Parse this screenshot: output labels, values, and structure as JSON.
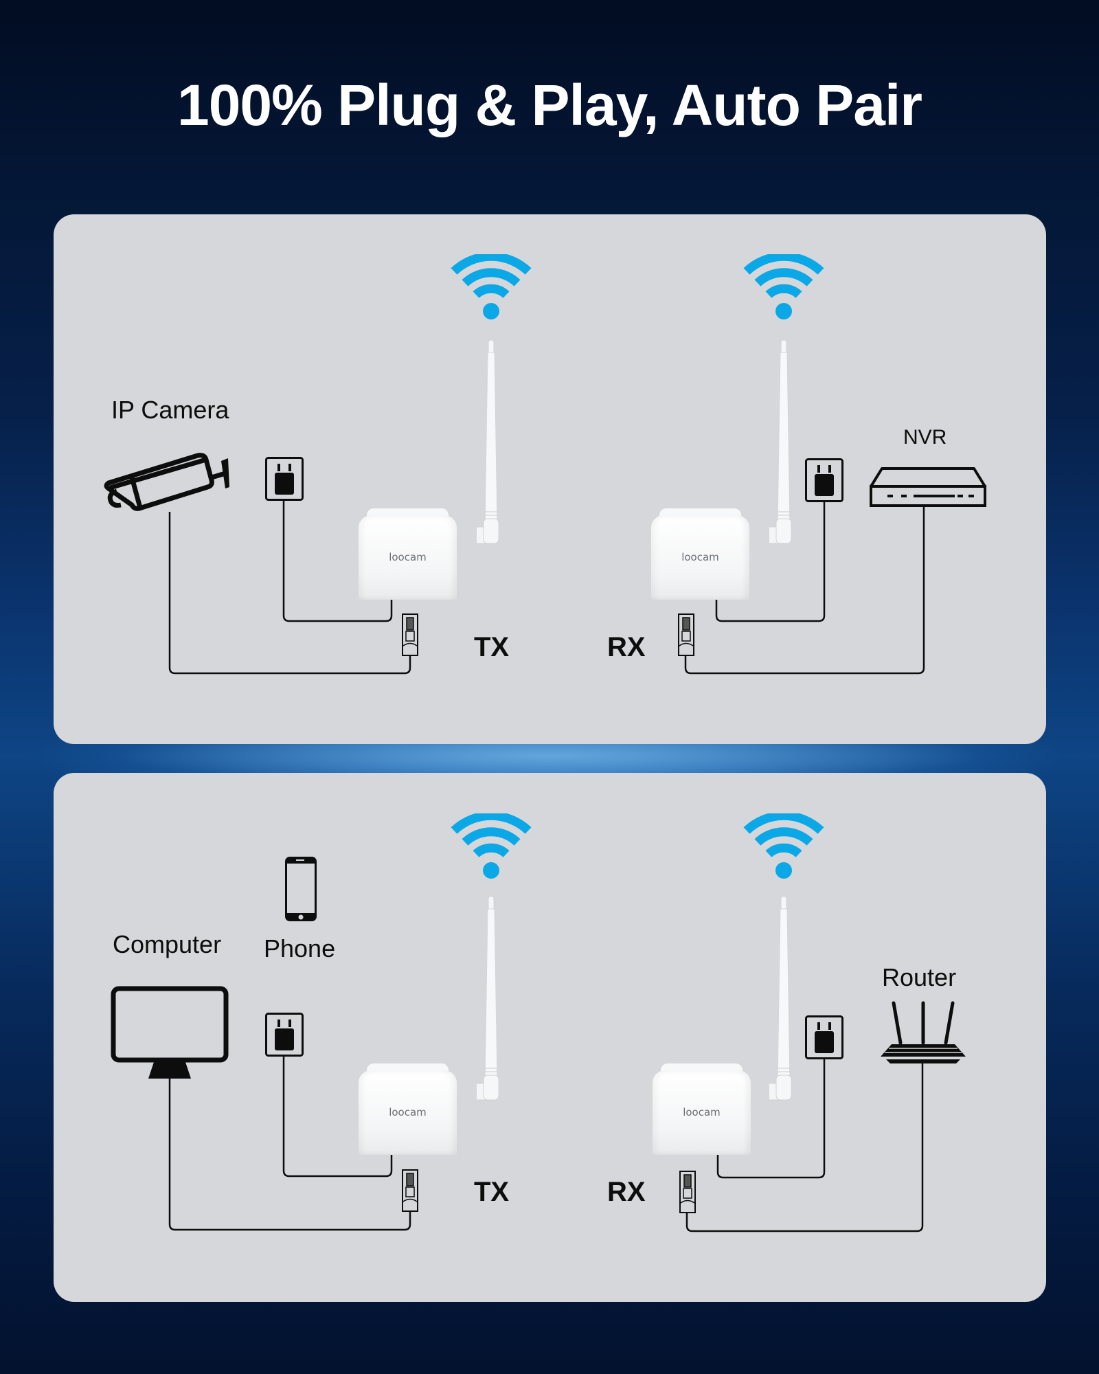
{
  "header": {
    "title": "100% Plug & Play, Auto Pair"
  },
  "colors": {
    "wifi": "#0aa8e6",
    "panel": "#d5d7da",
    "line": "#0d0d0d",
    "title": "#ffffff"
  },
  "panels": [
    {
      "scenario": "ip-camera-to-nvr",
      "tx": {
        "label": "TX",
        "brand": "loocam",
        "wifi_icon": "wifi-icon",
        "source_device": {
          "label": "IP Camera",
          "icon": "cctv-camera-icon"
        },
        "power_icon": "power-outlet-icon",
        "port_icon": "ethernet-connector-icon"
      },
      "rx": {
        "label": "RX",
        "brand": "loocam",
        "wifi_icon": "wifi-icon",
        "target_device": {
          "label": "NVR",
          "icon": "nvr-icon"
        },
        "power_icon": "power-outlet-icon",
        "port_icon": "ethernet-connector-icon"
      }
    },
    {
      "scenario": "computer-phone-to-router",
      "tx": {
        "label": "TX",
        "brand": "loocam",
        "wifi_icon": "wifi-icon",
        "source_devices": [
          {
            "label": "Computer",
            "icon": "monitor-icon"
          },
          {
            "label": "Phone",
            "icon": "smartphone-icon"
          }
        ],
        "power_icon": "power-outlet-icon",
        "port_icon": "ethernet-connector-icon"
      },
      "rx": {
        "label": "RX",
        "brand": "loocam",
        "wifi_icon": "wifi-icon",
        "target_device": {
          "label": "Router",
          "icon": "router-icon"
        },
        "power_icon": "power-outlet-icon",
        "port_icon": "ethernet-connector-icon"
      }
    }
  ]
}
